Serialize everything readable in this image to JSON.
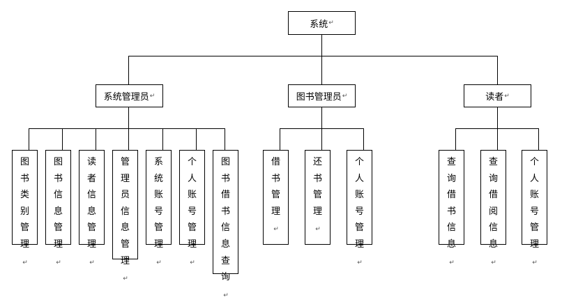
{
  "diagram": {
    "paragraph_mark": "↵",
    "root": {
      "label": "系统"
    },
    "roles": [
      {
        "label": "系统管理员",
        "functions": [
          "图书类别管理",
          "图书信息管理",
          "读者信息管理",
          "管理员信息管理",
          "系统账号管理",
          "个人账号管理",
          "图书借书信息查询"
        ]
      },
      {
        "label": "图书管理员",
        "functions": [
          "借书管理",
          "还书管理",
          "个人账号管理"
        ]
      },
      {
        "label": "读者",
        "functions": [
          "查询借书信息",
          "查询借阅信息",
          "个人账号管理"
        ]
      }
    ]
  }
}
